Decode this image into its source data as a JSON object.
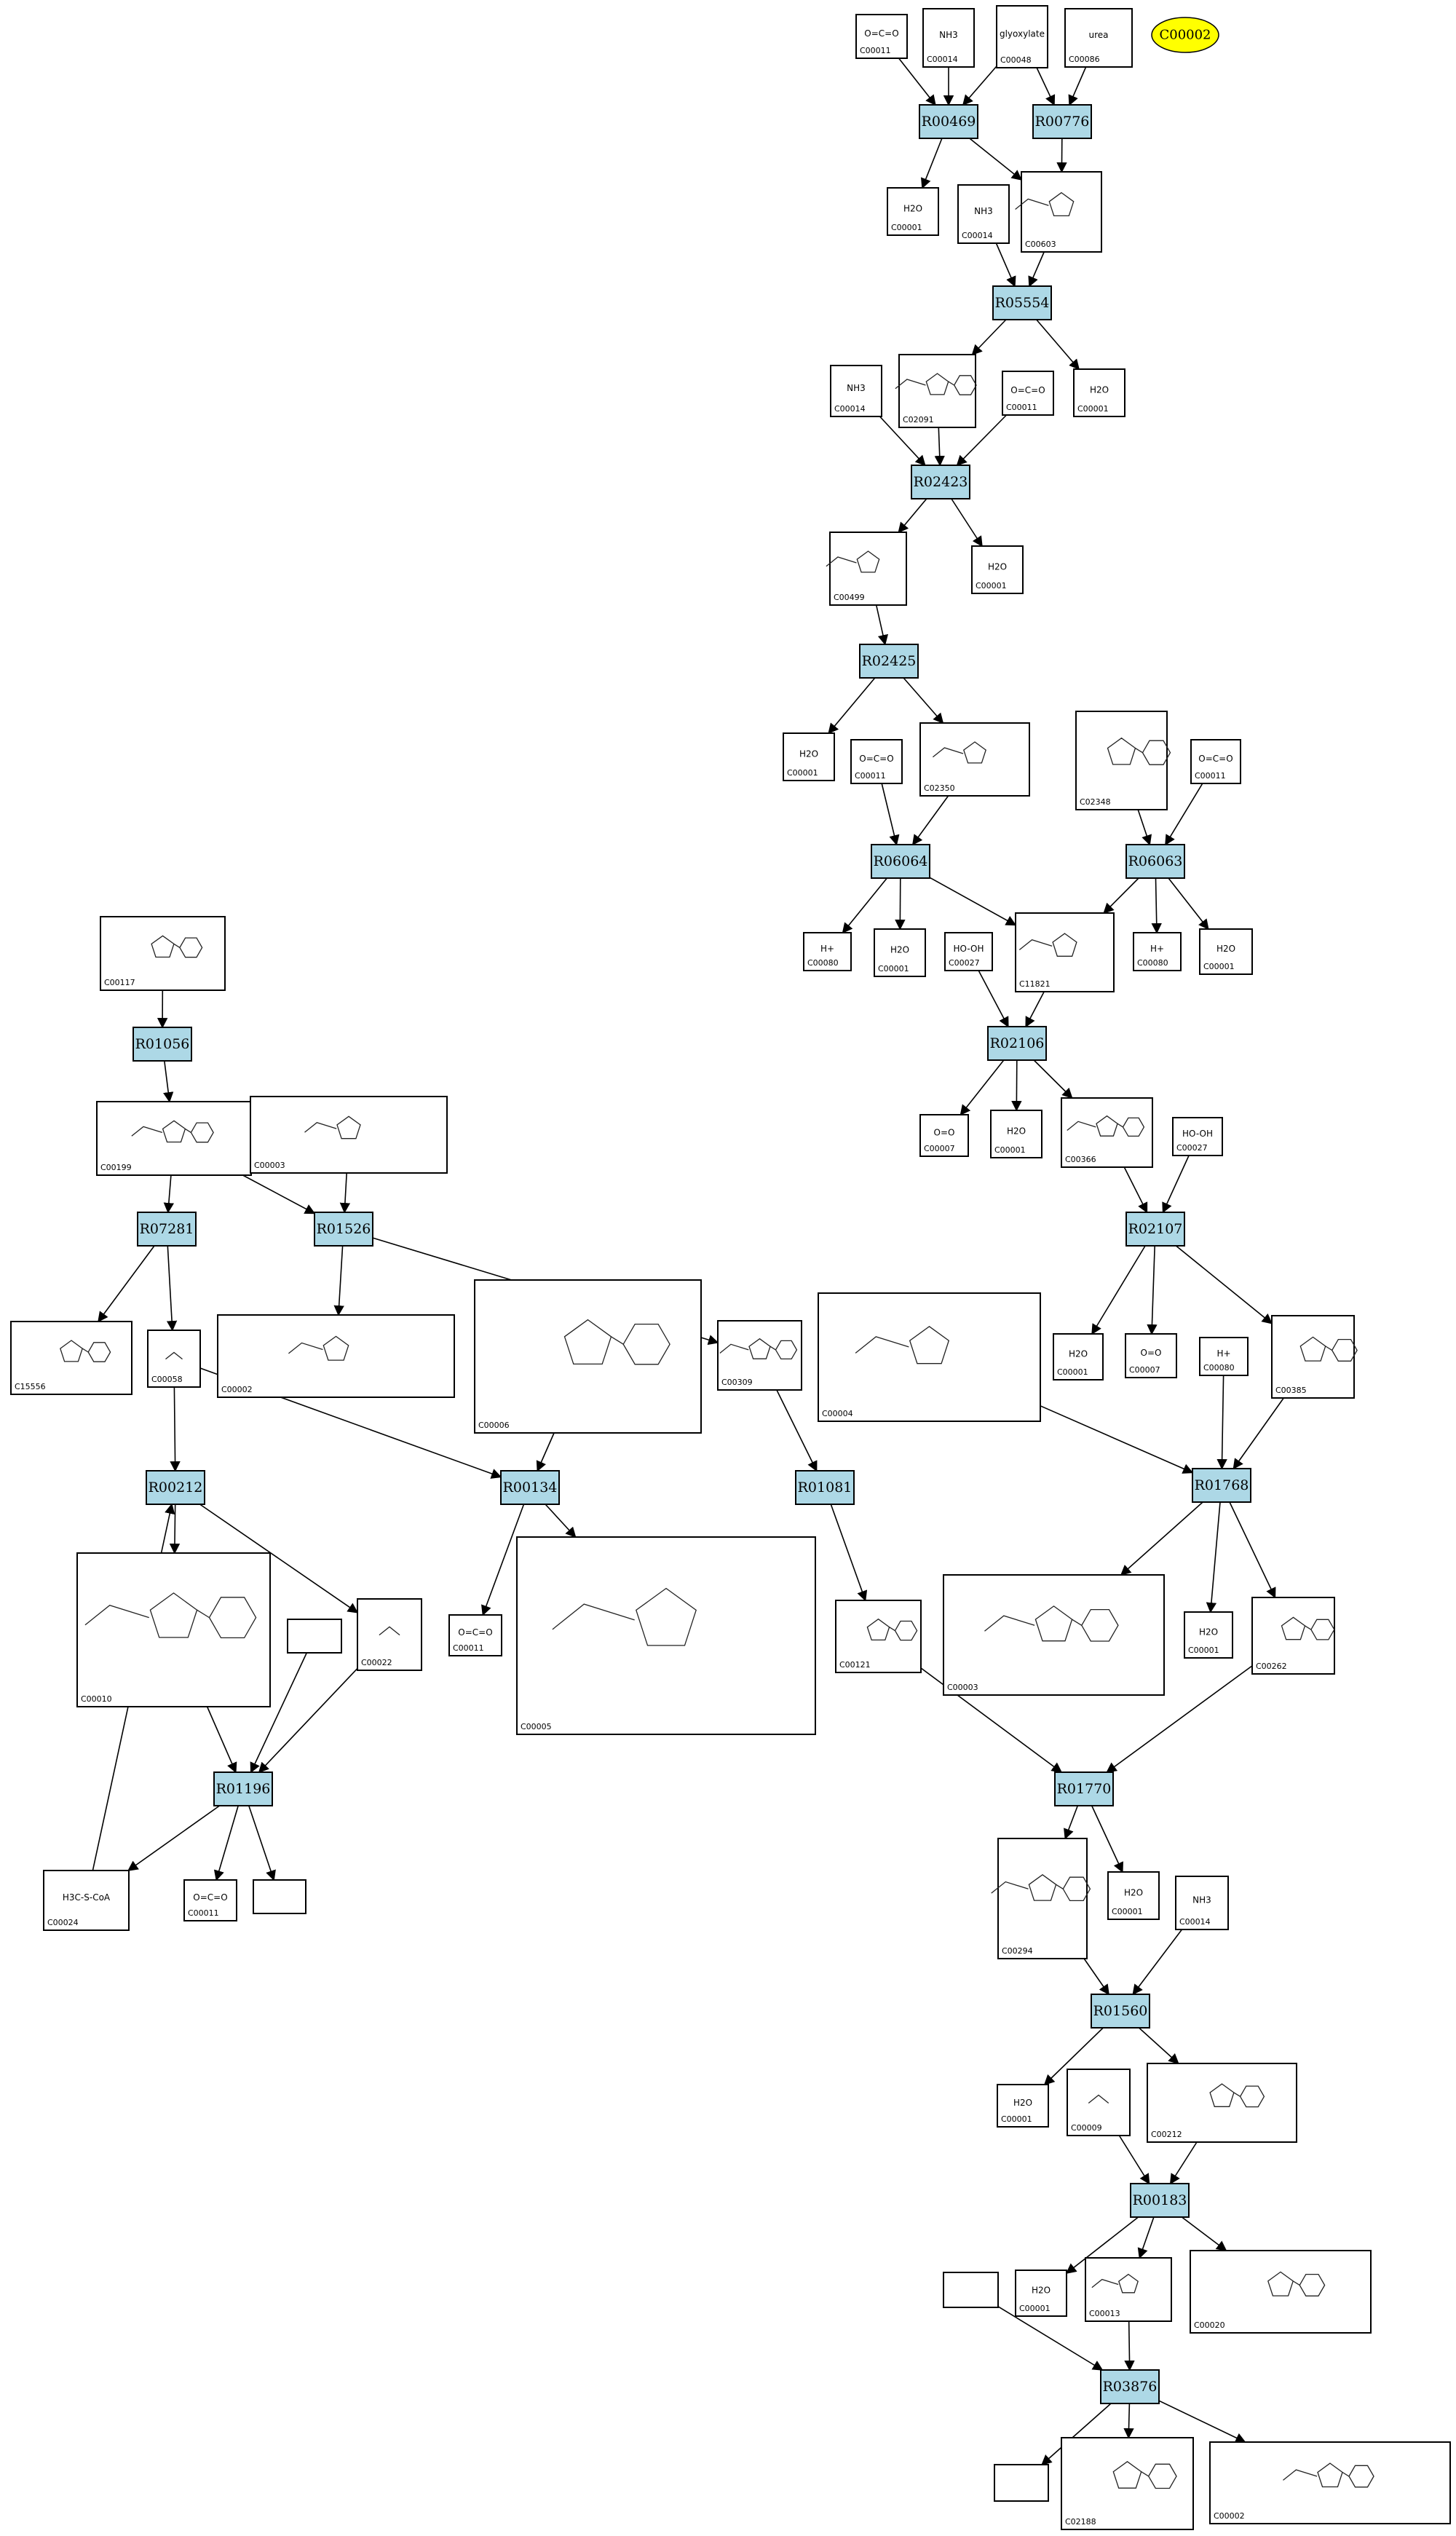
{
  "highlight": {
    "id": "hl",
    "label": "C00002"
  },
  "reactions": [
    {
      "id": "r00469",
      "label": "R00469"
    },
    {
      "id": "r00776",
      "label": "R00776"
    },
    {
      "id": "r05554",
      "label": "R05554"
    },
    {
      "id": "r02423",
      "label": "R02423"
    },
    {
      "id": "r02425",
      "label": "R02425"
    },
    {
      "id": "r06064",
      "label": "R06064"
    },
    {
      "id": "r06063",
      "label": "R06063"
    },
    {
      "id": "r02106",
      "label": "R02106"
    },
    {
      "id": "r02107",
      "label": "R02107"
    },
    {
      "id": "r01056",
      "label": "R01056"
    },
    {
      "id": "r07281",
      "label": "R07281"
    },
    {
      "id": "r01526",
      "label": "R01526"
    },
    {
      "id": "r00212",
      "label": "R00212"
    },
    {
      "id": "r00134",
      "label": "R00134"
    },
    {
      "id": "r01081",
      "label": "R01081"
    },
    {
      "id": "r01768",
      "label": "R01768"
    },
    {
      "id": "r01196",
      "label": "R01196"
    },
    {
      "id": "r01770",
      "label": "R01770"
    },
    {
      "id": "r01560",
      "label": "R01560"
    },
    {
      "id": "r00183",
      "label": "R00183"
    },
    {
      "id": "r03876",
      "label": "R03876"
    }
  ],
  "compounds": [
    {
      "id": "c1",
      "code": "C00011",
      "label": "O=C=O"
    },
    {
      "id": "c2",
      "code": "C00014",
      "label": "NH3"
    },
    {
      "id": "c3",
      "code": "C00048",
      "label": "glyoxylate"
    },
    {
      "id": "c4",
      "code": "C00086",
      "label": "urea"
    },
    {
      "id": "c5",
      "code": "C00001",
      "label": "H2O"
    },
    {
      "id": "c6",
      "code": "C00014",
      "label": "NH3"
    },
    {
      "id": "c7",
      "code": "C00603",
      "label": ""
    },
    {
      "id": "c8",
      "code": "C00014",
      "label": "NH3"
    },
    {
      "id": "c9",
      "code": "C02091",
      "label": ""
    },
    {
      "id": "c10",
      "code": "C00011",
      "label": "O=C=O"
    },
    {
      "id": "c11",
      "code": "C00001",
      "label": "H2O"
    },
    {
      "id": "c12",
      "code": "C00001",
      "label": "H2O"
    },
    {
      "id": "c13",
      "code": "C00499",
      "label": ""
    },
    {
      "id": "c14",
      "code": "C00001",
      "label": "H2O"
    },
    {
      "id": "c15",
      "code": "C00011",
      "label": "O=C=O"
    },
    {
      "id": "c16",
      "code": "C02350",
      "label": ""
    },
    {
      "id": "c17",
      "code": "C02348",
      "label": ""
    },
    {
      "id": "c18",
      "code": "C00011",
      "label": "O=C=O"
    },
    {
      "id": "c19",
      "code": "C00080",
      "label": "H+"
    },
    {
      "id": "c20",
      "code": "C00001",
      "label": "H2O"
    },
    {
      "id": "c21",
      "code": "C00027",
      "label": "HO-OH"
    },
    {
      "id": "c22",
      "code": "C11821",
      "label": ""
    },
    {
      "id": "c23",
      "code": "C00080",
      "label": "H+"
    },
    {
      "id": "c24",
      "code": "C00001",
      "label": "H2O"
    },
    {
      "id": "c25",
      "code": "C00007",
      "label": "O=O"
    },
    {
      "id": "c26",
      "code": "C00001",
      "label": "H2O"
    },
    {
      "id": "c27",
      "code": "C00366",
      "label": ""
    },
    {
      "id": "c28",
      "code": "C00027",
      "label": "HO-OH"
    },
    {
      "id": "c29",
      "code": "C00117",
      "label": ""
    },
    {
      "id": "c30",
      "code": "C00199",
      "label": ""
    },
    {
      "id": "c31",
      "code": "C00003",
      "label": ""
    },
    {
      "id": "c32",
      "code": "C15556",
      "label": ""
    },
    {
      "id": "c33",
      "code": "C00058",
      "label": ""
    },
    {
      "id": "c34",
      "code": "C00002",
      "label": ""
    },
    {
      "id": "c35",
      "code": "C00006",
      "label": ""
    },
    {
      "id": "c36",
      "code": "C00309",
      "label": ""
    },
    {
      "id": "c37",
      "code": "C00004",
      "label": ""
    },
    {
      "id": "c38",
      "code": "C00001",
      "label": "H2O"
    },
    {
      "id": "c39",
      "code": "C00007",
      "label": "O=O"
    },
    {
      "id": "c40",
      "code": "C00080",
      "label": "H+"
    },
    {
      "id": "c41",
      "code": "C00385",
      "label": ""
    },
    {
      "id": "c42",
      "code": "C00010",
      "label": ""
    },
    {
      "id": "c43",
      "code": "C00022",
      "label": ""
    },
    {
      "id": "c44",
      "code": "",
      "label": ""
    },
    {
      "id": "c45",
      "code": "C00011",
      "label": "O=C=O"
    },
    {
      "id": "c46",
      "code": "C00005",
      "label": ""
    },
    {
      "id": "c47",
      "code": "C00121",
      "label": ""
    },
    {
      "id": "c48",
      "code": "C00003",
      "label": ""
    },
    {
      "id": "c49",
      "code": "C00001",
      "label": "H2O"
    },
    {
      "id": "c50",
      "code": "C00262",
      "label": ""
    },
    {
      "id": "c51",
      "code": "C00024",
      "label": "H3C-S-CoA"
    },
    {
      "id": "c52",
      "code": "C00011",
      "label": "O=C=O"
    },
    {
      "id": "c53",
      "code": "",
      "label": ""
    },
    {
      "id": "c54",
      "code": "C00294",
      "label": ""
    },
    {
      "id": "c55",
      "code": "C00001",
      "label": "H2O"
    },
    {
      "id": "c56",
      "code": "C00014",
      "label": "NH3"
    },
    {
      "id": "c57",
      "code": "C00001",
      "label": "H2O"
    },
    {
      "id": "c58",
      "code": "C00009",
      "label": ""
    },
    {
      "id": "c59",
      "code": "C00212",
      "label": ""
    },
    {
      "id": "c60",
      "code": "C00001",
      "label": "H2O"
    },
    {
      "id": "c61",
      "code": "C00013",
      "label": ""
    },
    {
      "id": "c62",
      "code": "C00020",
      "label": ""
    },
    {
      "id": "c63",
      "code": "",
      "label": ""
    },
    {
      "id": "c64",
      "code": "",
      "label": ""
    },
    {
      "id": "c65",
      "code": "C02188",
      "label": ""
    },
    {
      "id": "c66",
      "code": "C00002",
      "label": ""
    }
  ]
}
